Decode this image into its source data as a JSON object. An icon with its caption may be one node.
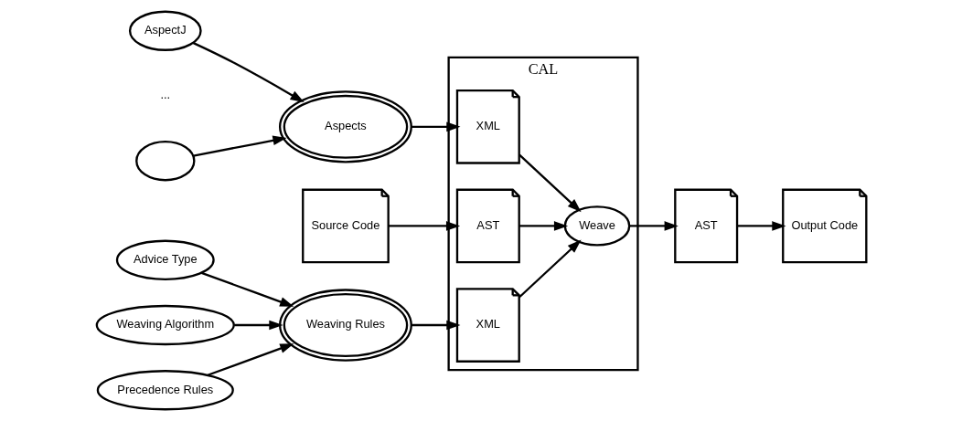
{
  "diagram": {
    "nodes": [
      {
        "text": [
          "Weaving Algorithm"
        ]
      },
      {
        "text": [
          "Precedence Rules"
        ]
      },
      {
        "text": [
          "Advice Type"
        ]
      },
      {
        "text": [
          "Weaving Rules"
        ]
      },
      {
        "text": [
          "CAL"
        ]
      },
      {
        "text": [
          "XML"
        ],
        "in": 4
      },
      {
        "text": [
          "Source Code"
        ]
      },
      {
        "text": [
          "AST"
        ],
        "in": 4
      },
      {
        "text": [
          "Weave"
        ],
        "in": 4
      },
      {
        "text": [
          "AspectJ"
        ]
      },
      {
        "text": [],
        "shape": "ellipse"
      },
      {
        "text": [
          "Aspects"
        ]
      },
      {
        "text": [
          "XML"
        ],
        "in": 4
      },
      {
        "text": [
          "AST"
        ]
      },
      {
        "text": [
          "Output Code"
        ]
      }
    ],
    "edges": [
      {
        "from": 0,
        "to": 3,
        "arrow": "to"
      },
      {
        "from": 1,
        "to": 3,
        "arrow": "to"
      },
      {
        "from": 2,
        "to": 3,
        "arrow": "to"
      },
      {
        "from": 3,
        "to": 5,
        "arrow": "to"
      },
      {
        "from": 6,
        "to": 7,
        "arrow": "to"
      },
      {
        "from": 5,
        "to": 8,
        "arrow": "to"
      },
      {
        "from": 7,
        "to": 8,
        "arrow": "to"
      },
      {
        "from": 12,
        "to": 8,
        "arrow": "to"
      },
      {
        "from": 9,
        "to": 11,
        "arrow": "to"
      },
      {
        "from": 10,
        "to": 11,
        "arrow": "to"
      },
      {
        "from": 11,
        "to": 12,
        "arrow": "to"
      },
      {
        "from": 8,
        "to": 13,
        "arrow": "to"
      },
      {
        "from": 13,
        "to": 14,
        "arrow": "to"
      }
    ],
    "labels": [
      "..."
    ]
  }
}
